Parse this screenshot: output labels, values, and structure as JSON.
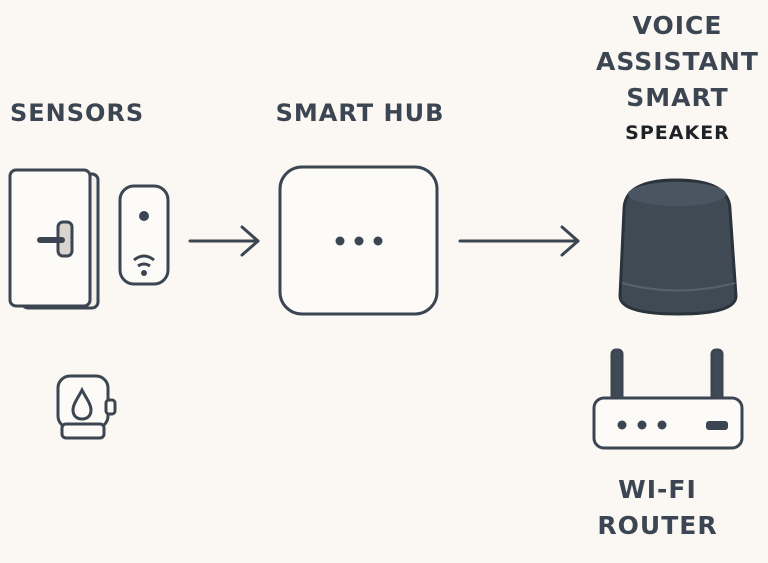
{
  "sensors": {
    "label": "SENSORS"
  },
  "hub": {
    "label": "SMART HUB"
  },
  "speaker": {
    "label_lines": [
      "VOICE",
      "ASSISTANT",
      "SMART",
      "SPEAKER"
    ]
  },
  "router": {
    "label_lines": [
      "WI-FI",
      "ROUTER"
    ]
  },
  "colors": {
    "background": "#fbf8f3",
    "stroke": "#3b4652",
    "speaker_body": "#3f4a55",
    "fill_light": "#fdfbf8"
  },
  "icons": [
    "door-sensor-icon",
    "motion-sensor-icon",
    "water-leak-sensor-icon",
    "hub-icon",
    "smart-speaker-icon",
    "wifi-router-icon",
    "arrow-right-icon"
  ]
}
